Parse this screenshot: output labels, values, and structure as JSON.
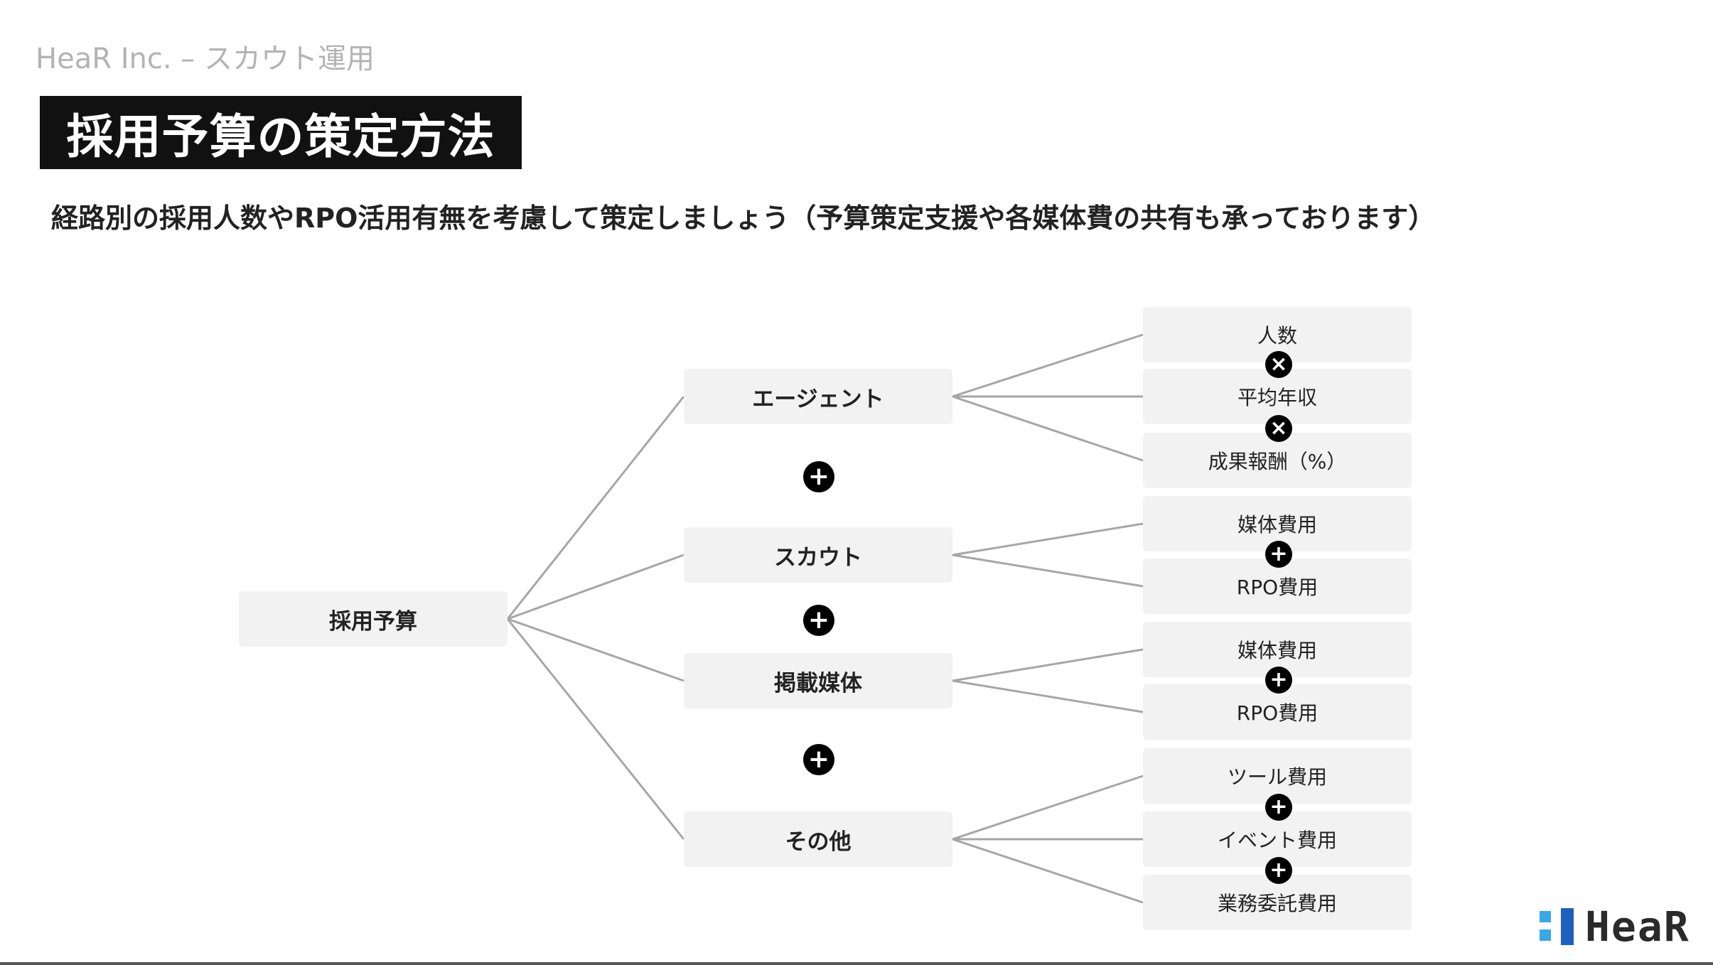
{
  "header": {
    "label": "HeaR Inc. – スカウト運用"
  },
  "title": "採用予算の策定方法",
  "subtitle": "経路別の採用人数やRPO活用有無を考慮して策定しましょう（予算策定支援や各媒体費の共有も承っております）",
  "tree": {
    "root": "採用予算",
    "branches": [
      {
        "label": "エージェント",
        "items": [
          "人数",
          "平均年収",
          "成果報酬（%）"
        ],
        "operators": [
          "×",
          "×"
        ]
      },
      {
        "label": "スカウト",
        "items": [
          "媒体費用",
          "RPO費用"
        ],
        "operators": [
          "+"
        ]
      },
      {
        "label": "掲載媒体",
        "items": [
          "媒体費用",
          "RPO費用"
        ],
        "operators": [
          "+"
        ]
      },
      {
        "label": "その他",
        "items": [
          "ツール費用",
          "イベント費用",
          "業務委託費用"
        ],
        "operators": [
          "+",
          "+"
        ]
      }
    ],
    "branch_operators": [
      "+",
      "+",
      "+"
    ]
  },
  "logo": {
    "text": "HeaR",
    "colors": {
      "mark_light": "#39a8e8",
      "mark_dark": "#1f5fbf"
    }
  },
  "colors": {
    "connector": "#a6a6a6",
    "node_bg": "#f2f2f2",
    "title_bg": "#111111"
  }
}
